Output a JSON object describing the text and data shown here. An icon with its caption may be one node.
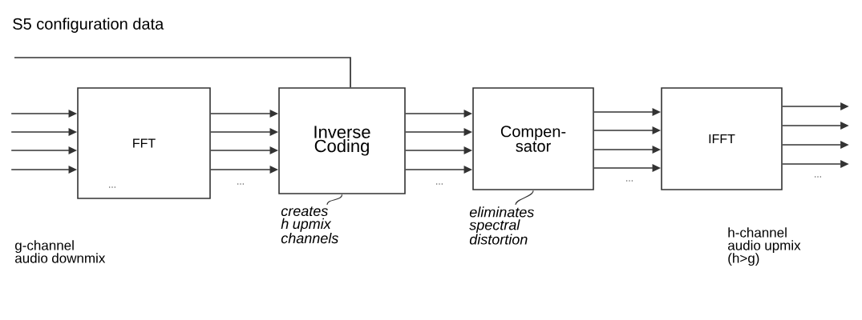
{
  "diagram": {
    "nodes": [
      {
        "text": [
          "FFT"
        ]
      },
      {
        "text": [
          "Inverse Coding"
        ]
      },
      {
        "text": [
          "Compen- sator"
        ]
      },
      {
        "text": [
          "IFFT"
        ]
      },
      {
        "text": [
          "creates h upmix channels"
        ]
      },
      {
        "text": [
          "eliminates spectral distortion"
        ]
      }
    ],
    "edges": [
      {
        "from": null,
        "to": 1,
        "arrow": "none"
      },
      {
        "from": null,
        "to": 0,
        "arrow": "to"
      },
      {
        "from": null,
        "to": 0,
        "arrow": "to"
      },
      {
        "from": null,
        "to": 0,
        "arrow": "to"
      },
      {
        "from": null,
        "to": 0,
        "arrow": "to"
      },
      {
        "from": 0,
        "to": 1,
        "arrow": "to"
      },
      {
        "from": 0,
        "to": 1,
        "arrow": "to"
      },
      {
        "from": 0,
        "to": 1,
        "arrow": "to"
      },
      {
        "from": 0,
        "to": 1,
        "arrow": "to"
      },
      {
        "from": 1,
        "to": 2,
        "arrow": "to"
      },
      {
        "from": 1,
        "to": 2,
        "arrow": "to"
      },
      {
        "from": 1,
        "to": 2,
        "arrow": "to"
      },
      {
        "from": 1,
        "to": 2,
        "arrow": "to"
      },
      {
        "from": 2,
        "to": 3,
        "arrow": "to"
      },
      {
        "from": 2,
        "to": 3,
        "arrow": "to"
      },
      {
        "from": 2,
        "to": 3,
        "arrow": "to"
      },
      {
        "from": 2,
        "to": 3,
        "arrow": "to"
      },
      {
        "from": 3,
        "to": null,
        "arrow": "to"
      },
      {
        "from": 3,
        "to": null,
        "arrow": "to"
      },
      {
        "from": 3,
        "to": null,
        "arrow": "to"
      },
      {
        "from": 3,
        "to": null,
        "arrow": "to"
      },
      {
        "from": 4,
        "to": 1,
        "arrow": "none"
      },
      {
        "from": 5,
        "to": 2,
        "arrow": "none"
      }
    ],
    "labels": [
      "S5 configuration data",
      "...",
      "...",
      "...",
      "...",
      "...",
      "g-channel audio downmix",
      "h-channel audio upmix (h>g)"
    ]
  }
}
